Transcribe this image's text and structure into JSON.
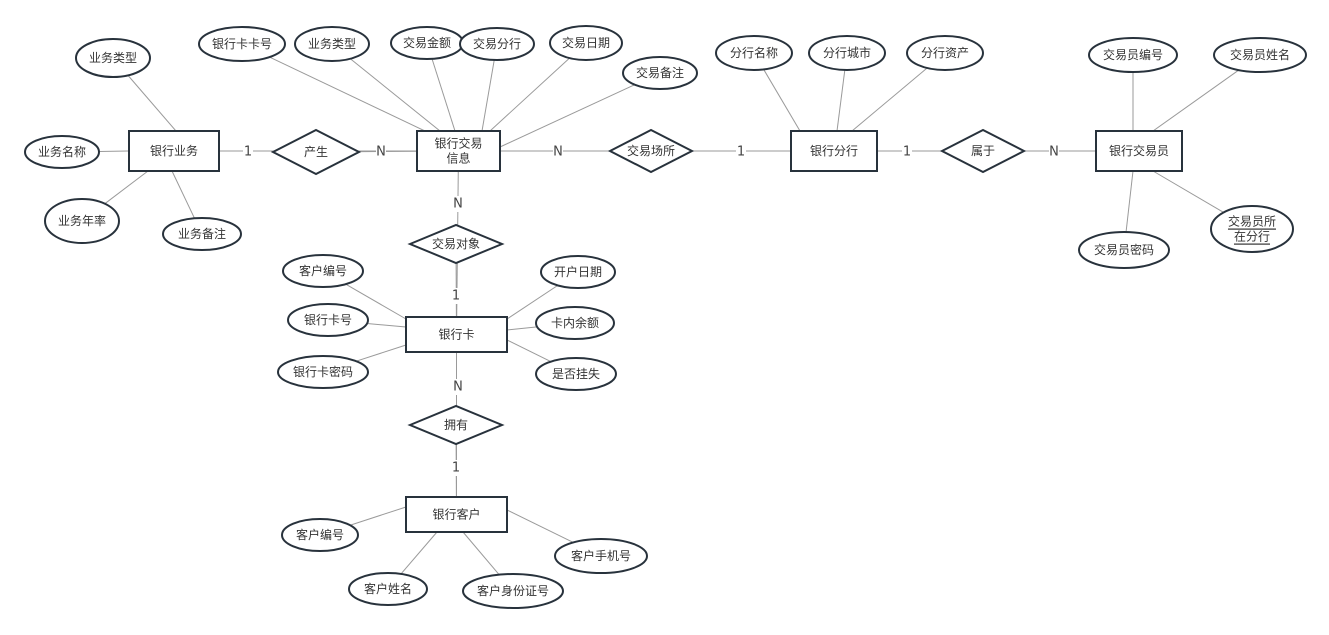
{
  "diagram": {
    "type": "er-diagram",
    "colors": {
      "shape_stroke": "#28323c",
      "edge": "#9a9a9a",
      "text": "#333333",
      "background": "#ffffff"
    },
    "entities": [
      {
        "id": "biz",
        "label": "银行业务"
      },
      {
        "id": "txn",
        "label": "银行交易信息",
        "lines": [
          "银行交易",
          "信息"
        ]
      },
      {
        "id": "branch",
        "label": "银行分行"
      },
      {
        "id": "teller",
        "label": "银行交易员"
      },
      {
        "id": "card",
        "label": "银行卡"
      },
      {
        "id": "cust",
        "label": "银行客户"
      }
    ],
    "relationships": [
      {
        "id": "r_produce",
        "label": "产生",
        "from": "biz",
        "to": "txn",
        "from_card": "1",
        "to_card": "N"
      },
      {
        "id": "r_place",
        "label": "交易场所",
        "from": "txn",
        "to": "branch",
        "from_card": "N",
        "to_card": "1"
      },
      {
        "id": "r_belong",
        "label": "属于",
        "from": "branch",
        "to": "teller",
        "from_card": "1",
        "to_card": "N"
      },
      {
        "id": "r_object",
        "label": "交易对象",
        "from": "txn",
        "to": "card",
        "from_card": "N",
        "to_card": "1"
      },
      {
        "id": "r_own",
        "label": "拥有",
        "from": "card",
        "to": "cust",
        "from_card": "N",
        "to_card": "1"
      }
    ],
    "attributes": [
      {
        "entity": "biz",
        "label": "业务类型"
      },
      {
        "entity": "biz",
        "label": "业务名称"
      },
      {
        "entity": "biz",
        "label": "业务年率"
      },
      {
        "entity": "biz",
        "label": "业务备注"
      },
      {
        "entity": "txn",
        "label": "银行卡卡号"
      },
      {
        "entity": "txn",
        "label": "业务类型"
      },
      {
        "entity": "txn",
        "label": "交易金额"
      },
      {
        "entity": "txn",
        "label": "交易分行"
      },
      {
        "entity": "txn",
        "label": "交易日期"
      },
      {
        "entity": "txn",
        "label": "交易备注"
      },
      {
        "entity": "branch",
        "label": "分行名称"
      },
      {
        "entity": "branch",
        "label": "分行城市"
      },
      {
        "entity": "branch",
        "label": "分行资产"
      },
      {
        "entity": "teller",
        "label": "交易员编号"
      },
      {
        "entity": "teller",
        "label": "交易员姓名"
      },
      {
        "entity": "teller",
        "label": "交易员密码"
      },
      {
        "entity": "teller",
        "label": "交易员所在分行",
        "lines": [
          "交易员所",
          "在分行"
        ],
        "underlined": true
      },
      {
        "entity": "card",
        "label": "客户编号"
      },
      {
        "entity": "card",
        "label": "银行卡号"
      },
      {
        "entity": "card",
        "label": "银行卡密码"
      },
      {
        "entity": "card",
        "label": "开户日期"
      },
      {
        "entity": "card",
        "label": "卡内余额"
      },
      {
        "entity": "card",
        "label": "是否挂失"
      },
      {
        "entity": "cust",
        "label": "客户编号"
      },
      {
        "entity": "cust",
        "label": "客户姓名"
      },
      {
        "entity": "cust",
        "label": "客户身份证号"
      },
      {
        "entity": "cust",
        "label": "客户手机号"
      }
    ]
  }
}
